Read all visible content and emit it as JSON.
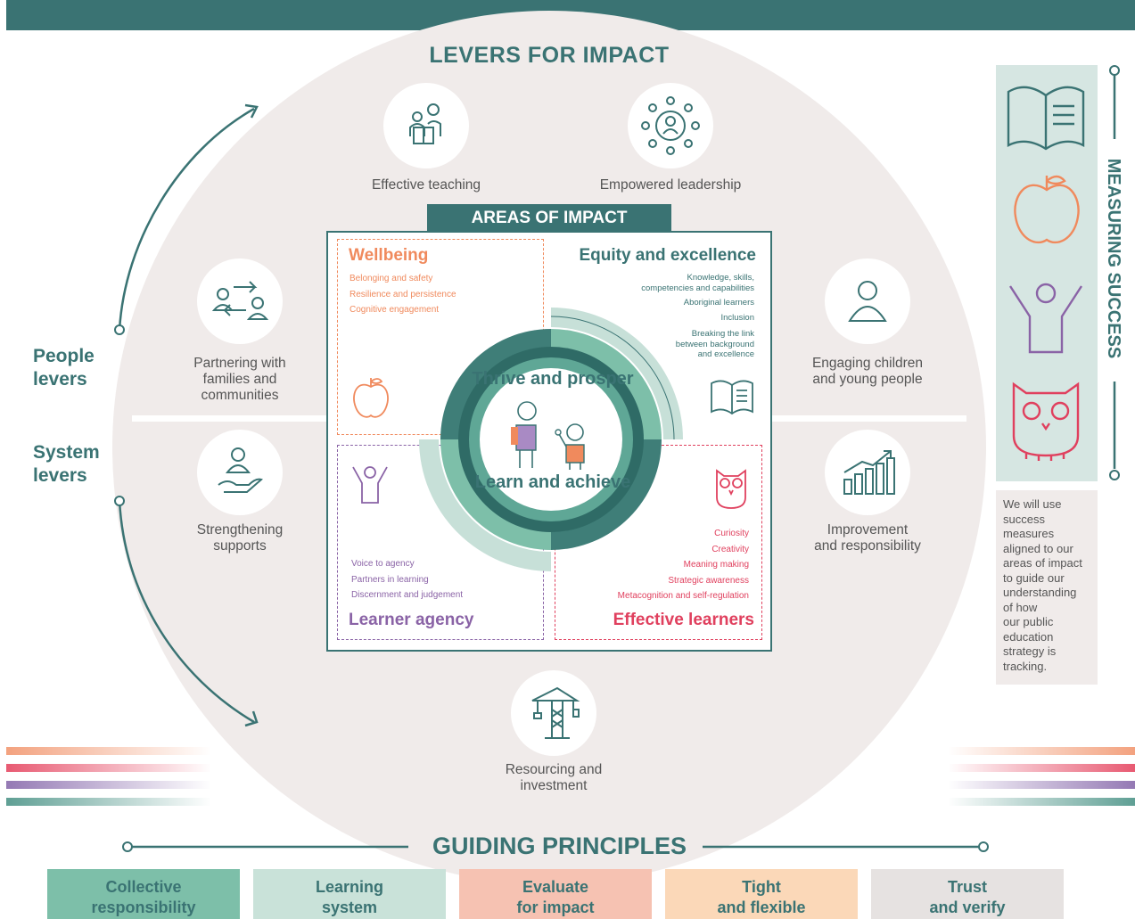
{
  "levers_title": "LEVERS FOR IMPACT",
  "levers": {
    "effective_teaching": "Effective teaching",
    "empowered_leadership": "Empowered leadership",
    "partnering_1": "Partnering with",
    "partnering_2": "families and",
    "partnering_3": "communities",
    "engaging_1": "Engaging children",
    "engaging_2": "and young people",
    "strengthening_1": "Strengthening",
    "strengthening_2": "supports",
    "improvement_1": "Improvement",
    "improvement_2": "and responsibility",
    "resourcing_1": "Resourcing and",
    "resourcing_2": "investment"
  },
  "side_labels": {
    "people_1": "People",
    "people_2": "levers",
    "system_1": "System",
    "system_2": "levers"
  },
  "areas_title": "AREAS OF IMPACT",
  "wellbeing": {
    "title": "Wellbeing",
    "items": [
      "Belonging and safety",
      "Resilience and persistence",
      "Cognitive engagement"
    ]
  },
  "equity": {
    "title": "Equity and excellence",
    "items": [
      "Knowledge, skills,",
      "competencies and capabilities",
      "Aboriginal learners",
      "Inclusion",
      "Breaking the link",
      "between background",
      "and excellence"
    ]
  },
  "learner_agency": {
    "title": "Learner agency",
    "items": [
      "Voice to agency",
      "Partners in learning",
      "Discernment and judgement"
    ]
  },
  "effective_learners": {
    "title": "Effective learners",
    "items": [
      "Curiosity",
      "Creativity",
      "Meaning making",
      "Strategic awareness",
      "Metacognition and self-regulation"
    ]
  },
  "center": {
    "top_text": "Thrive and prosper",
    "bottom_text": "Learn and achieve"
  },
  "measuring": {
    "title": "MEASURING SUCCESS",
    "text": [
      "We will use",
      "success",
      "measures",
      "aligned to our",
      "areas of impact",
      "to guide our",
      "understanding",
      "of how",
      "our public",
      "education",
      "strategy is",
      "tracking."
    ]
  },
  "guiding_title": "GUIDING PRINCIPLES",
  "principles": [
    {
      "l1": "Collective",
      "l2": "responsibility"
    },
    {
      "l1": "Learning",
      "l2": "system"
    },
    {
      "l1": "Evaluate",
      "l2": "for impact"
    },
    {
      "l1": "Tight",
      "l2": "and flexible"
    },
    {
      "l1": "Trust",
      "l2": "and verify"
    }
  ],
  "colors": {
    "teal": "#3a7373",
    "orange": "#f08a5d",
    "purple": "#8a63a6",
    "pink": "#e0405e"
  }
}
